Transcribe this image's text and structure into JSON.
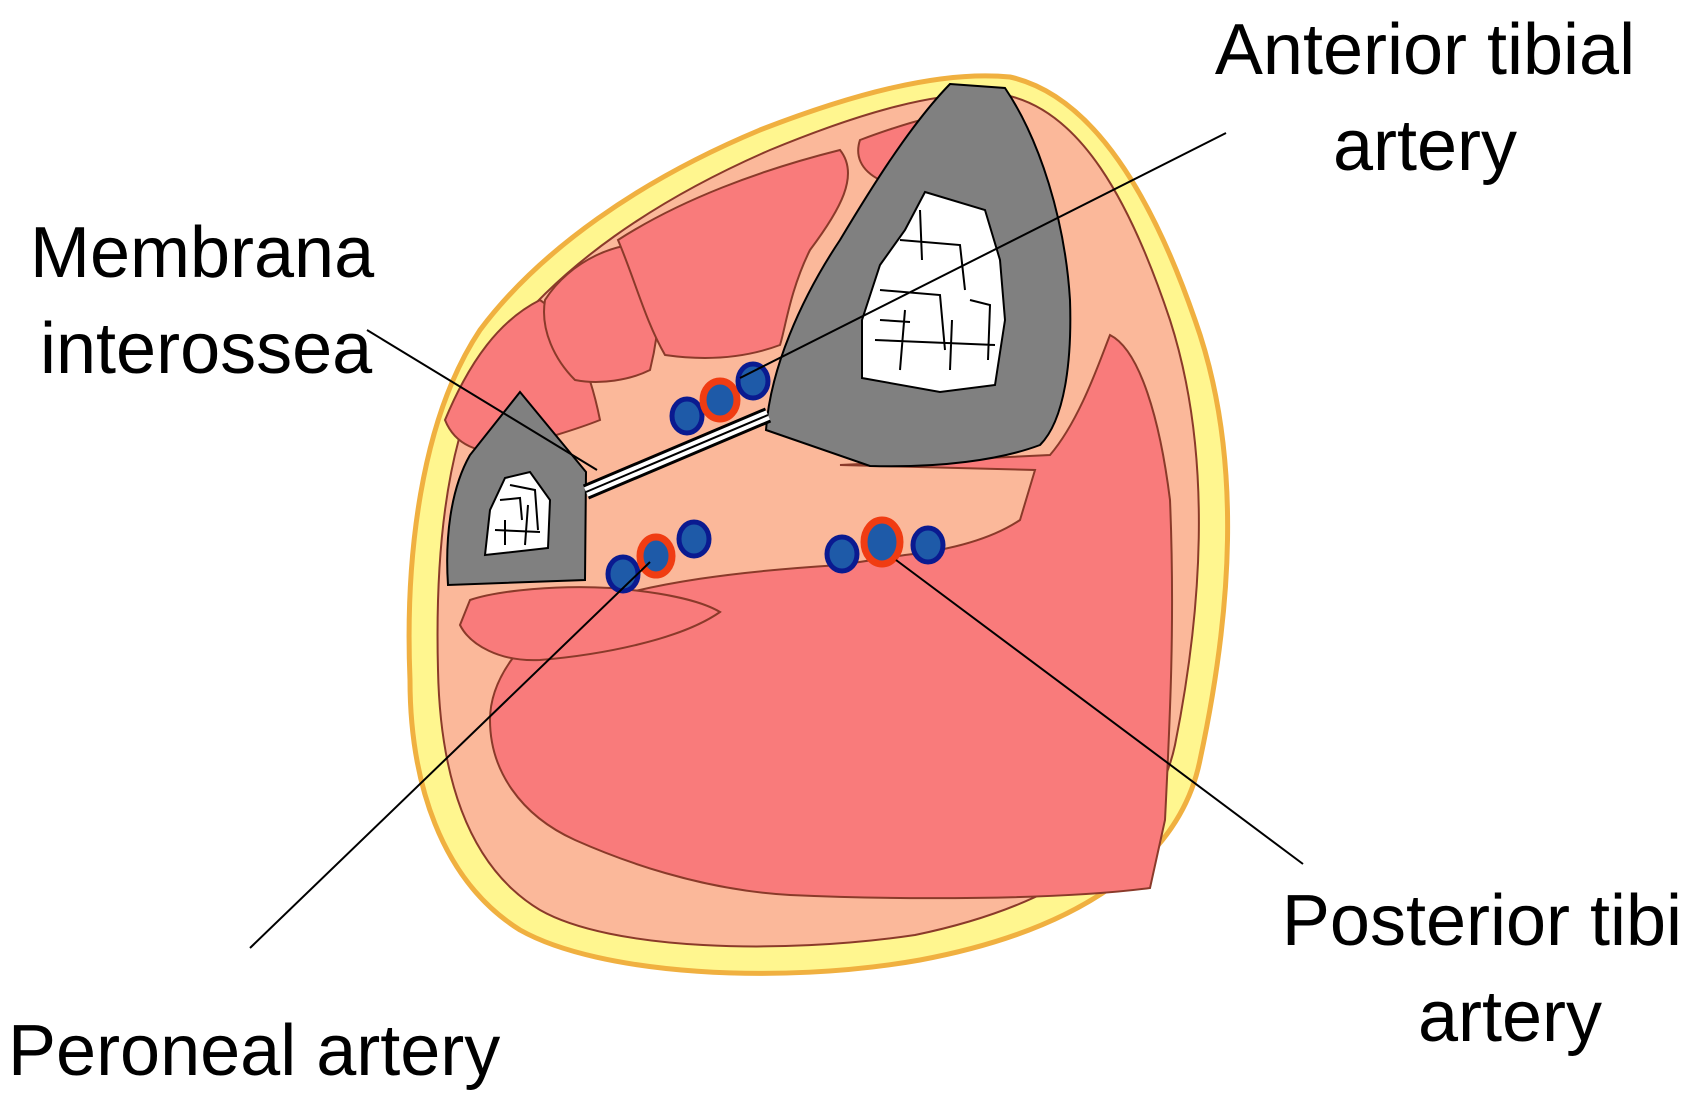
{
  "labels": {
    "anterior_tibial": [
      "Anterior tibial",
      "artery"
    ],
    "membrana_interossea": [
      "Membrana",
      "interossea"
    ],
    "posterior_tibial": [
      "Posterior tibial",
      "artery"
    ],
    "peroneal": "Peroneal artery"
  },
  "colors": {
    "skin": "#fff68f",
    "skin_outline": "#f0b040",
    "fascia": "#fbb89a",
    "muscle": "#f97b7b",
    "muscle_outline": "#8a3a2a",
    "bone": "#808080",
    "marrow": "#ffffff",
    "artery": "#f03c12",
    "vein": "#1e5aa8",
    "vein_outline": "#0a1a90",
    "leader_line": "#000000"
  }
}
